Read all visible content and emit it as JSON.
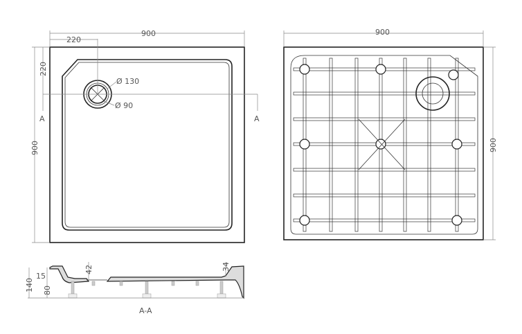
{
  "top_view": {
    "width_label": "900",
    "drain_offset_x_label": "220",
    "drain_offset_y_label": "220",
    "height_label": "900",
    "outer_diameter_label": "Ø 130",
    "inner_diameter_label": "Ø 90",
    "section_mark_left": "A",
    "section_mark_right": "A"
  },
  "bottom_view": {
    "width_label": "900",
    "height_label": "900"
  },
  "section": {
    "rim_label": "15",
    "total_height_label": "140",
    "leg_label": "80",
    "inner_left_label": "42",
    "inner_right_label": "34",
    "title": "A-A"
  }
}
